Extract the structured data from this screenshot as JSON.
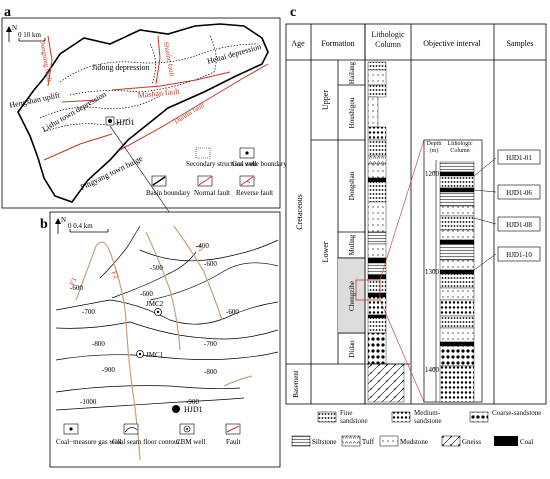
{
  "panels": {
    "a": {
      "letter": "a",
      "north": "N",
      "scale": "0   10 km",
      "regions": [
        "Jidong depression",
        "Heitai depression",
        "Hengshan uplift",
        "Lishu town depression",
        "Pingyang town bulge"
      ],
      "faults": [
        "Dongning fault",
        "Shanhe fault",
        "Mashan fault",
        "Dunmi fault"
      ],
      "well": "HJD1",
      "legend": {
        "structural": "Secondary structural zone boundary",
        "gas_well": "Gas well",
        "basin_boundary": "Basin boundary",
        "normal_fault": "Normal fault",
        "reverse_fault": "Reverse fault"
      }
    },
    "b": {
      "letter": "b",
      "north": "N",
      "scale": "0      0.4 km",
      "contours": [
        "-400",
        "-500",
        "-600",
        "-600",
        "-600",
        "-700",
        "-800",
        "-600",
        "-700",
        "-900",
        "-1000",
        "-900",
        "-800"
      ],
      "faults": [
        "F3",
        "F2",
        "F1"
      ],
      "wells": [
        "JMC2",
        "JMC1",
        "HJD1"
      ],
      "legend": {
        "coal_gas": "Coal−measure gas well",
        "contour": "Coal seam floor contour",
        "cbm": "CBM well",
        "fault": "Fault"
      }
    },
    "c": {
      "letter": "c",
      "headers": {
        "age": "Age",
        "formation": "Formation",
        "lith": "Lithologic Column",
        "obj": "Objective interval",
        "samples": "Samples"
      },
      "system": "Cretaceous",
      "series": [
        "Upper",
        "Lower"
      ],
      "formations": [
        "Hailang",
        "Houshigou",
        "Dongshan",
        "Muling",
        "Chengzihe",
        "Didao",
        "Basement"
      ],
      "inset": {
        "depth_label": "Depth (m)",
        "column_label": "Lithologic Column",
        "depths": [
          "1200",
          "1300",
          "1400"
        ]
      },
      "samples": [
        "HJD1-01",
        "HJD1-06",
        "HJD1-08",
        "HJD1-10"
      ],
      "legend": [
        "Fine sandstone",
        "Medium-sandstone",
        "Coarse-sandstone",
        "Siltstone",
        "Tuff",
        "Mudstone",
        "Gneiss",
        "Coal"
      ]
    }
  }
}
